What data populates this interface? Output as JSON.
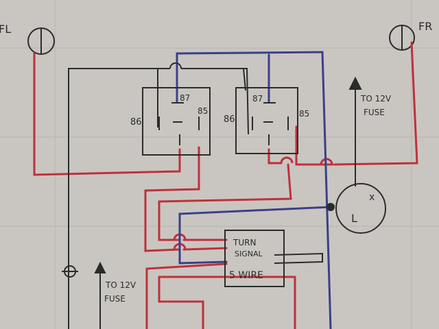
{
  "diagram": {
    "labels": {
      "front_left": "FL",
      "front_right": "FR",
      "to_12v_fuse_right_line1": "TO 12V",
      "to_12v_fuse_right_line2": "FUSE",
      "to_12v_fuse_left_line1": "TO 12V",
      "to_12v_fuse_left_line2": "FUSE",
      "relay_left_pin87": "87",
      "relay_left_pin86": "86",
      "relay_left_pin85": "85",
      "relay_right_pin87": "87",
      "relay_right_pin86": "86",
      "relay_right_pin85": "85",
      "turn_signal_line1": "TURN",
      "turn_signal_line2": "SIGNAL",
      "turn_signal_line3": "5 WIRE",
      "switch_x": "x",
      "switch_l": "L"
    },
    "colors": {
      "paper": "#c9c6c1",
      "pencil": "#2b2b2b",
      "red_wire": "#c0303a",
      "blue_wire": "#3a3f8a",
      "guide": "#b8b4ae"
    }
  }
}
